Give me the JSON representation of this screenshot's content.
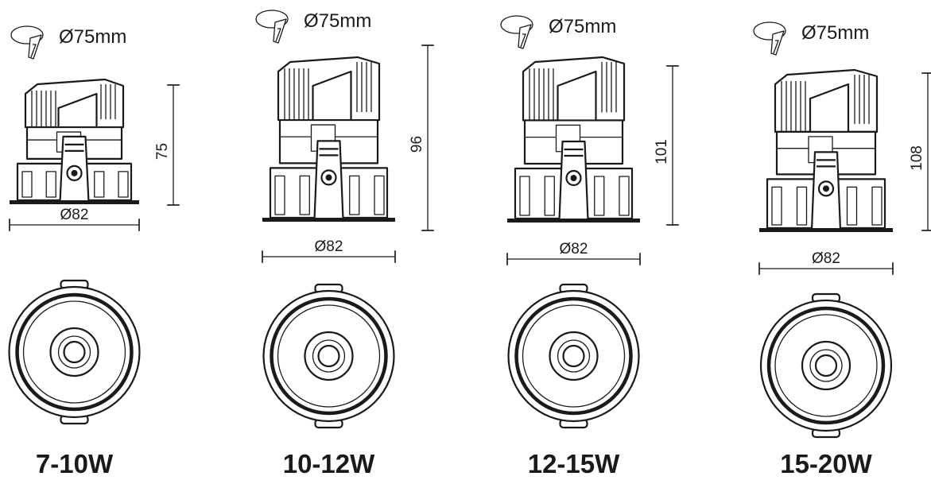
{
  "models": [
    {
      "cutout": "Ø75mm",
      "height": "75",
      "diameter": "Ø82",
      "wattage": "7-10W"
    },
    {
      "cutout": "Ø75mm",
      "height": "96",
      "diameter": "Ø82",
      "wattage": "10-12W"
    },
    {
      "cutout": "Ø75mm",
      "height": "101",
      "diameter": "Ø82",
      "wattage": "12-15W"
    },
    {
      "cutout": "Ø75mm",
      "height": "108",
      "diameter": "Ø82",
      "wattage": "15-20W"
    }
  ],
  "icons": {
    "cutout": "ceiling-cutout-saw-icon"
  }
}
